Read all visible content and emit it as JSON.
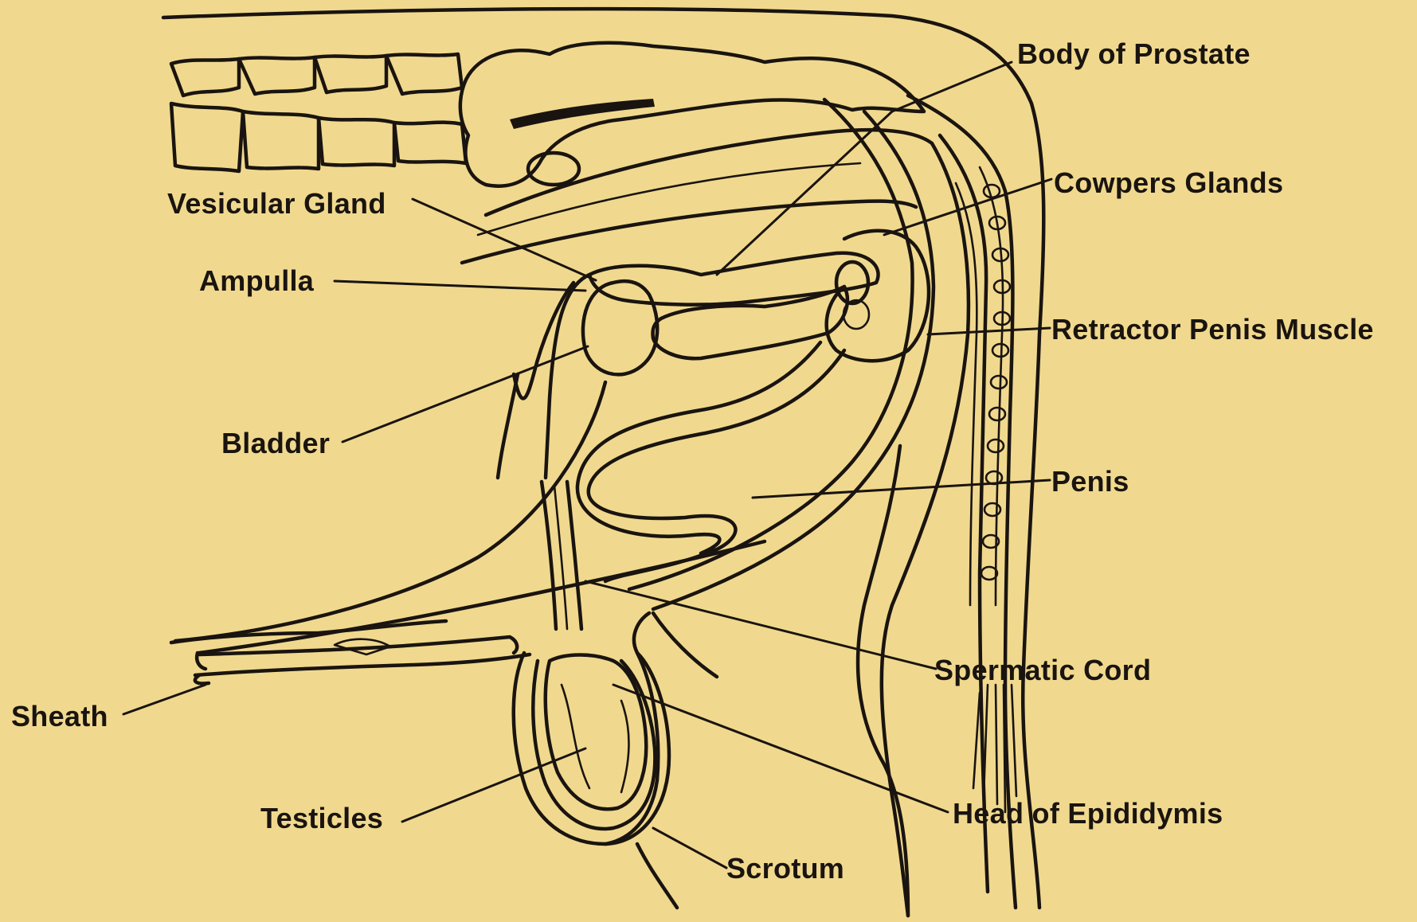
{
  "colors": {
    "background": "#f0d98e",
    "ink": "#1a1410"
  },
  "diagram": {
    "labels": {
      "body_of_prostate": "Body of Prostate",
      "cowpers_glands": "Cowpers Glands",
      "vesicular_gland": "Vesicular Gland",
      "ampulla": "Ampulla",
      "retractor_penis_muscle": "Retractor Penis Muscle",
      "bladder": "Bladder",
      "penis": "Penis",
      "spermatic_cord": "Spermatic Cord",
      "sheath": "Sheath",
      "head_of_epididymis": "Head of Epididymis",
      "testicles": "Testicles",
      "scrotum": "Scrotum"
    }
  }
}
